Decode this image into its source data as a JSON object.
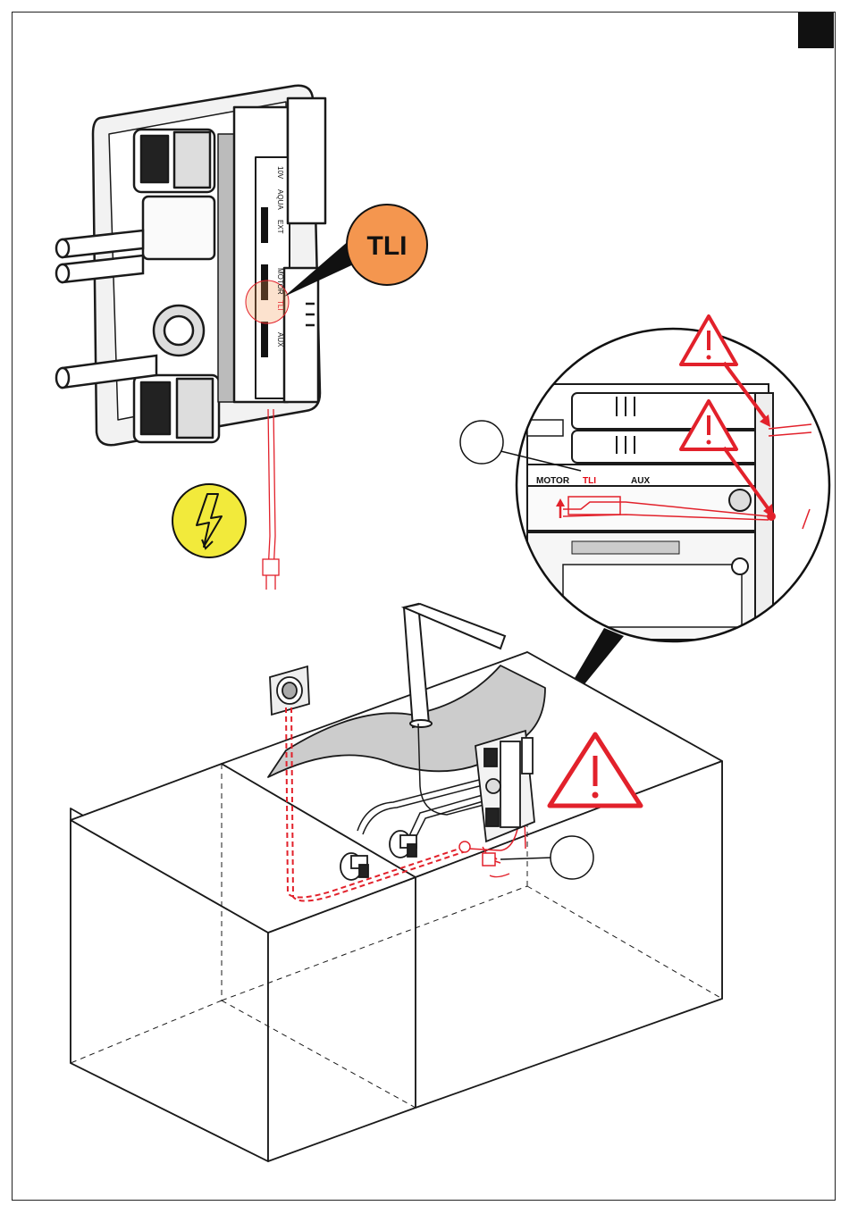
{
  "callouts": {
    "tli_badge": "TLI",
    "tli_badge_color": "#F4964F"
  },
  "detail": {
    "ports": {
      "motor": "MOTOR",
      "tli": "TLI",
      "aux": "AUX"
    },
    "tli_color": "#E30613"
  },
  "board_labels": {
    "motor": "MOTOR",
    "tli": "TLI",
    "aux": "AUX",
    "ext": "EXT",
    "aqua": "AQUA",
    "v": "10V"
  },
  "colors": {
    "warning": "#E2212B",
    "hazard": "#F2EA3B",
    "cable": "#E2212B",
    "outline": "#1A1A1A"
  },
  "icons": {
    "corner_tab": "black-square",
    "electric_hazard": "lightning-bolt-icon",
    "warning": "warning-triangle-icon"
  }
}
